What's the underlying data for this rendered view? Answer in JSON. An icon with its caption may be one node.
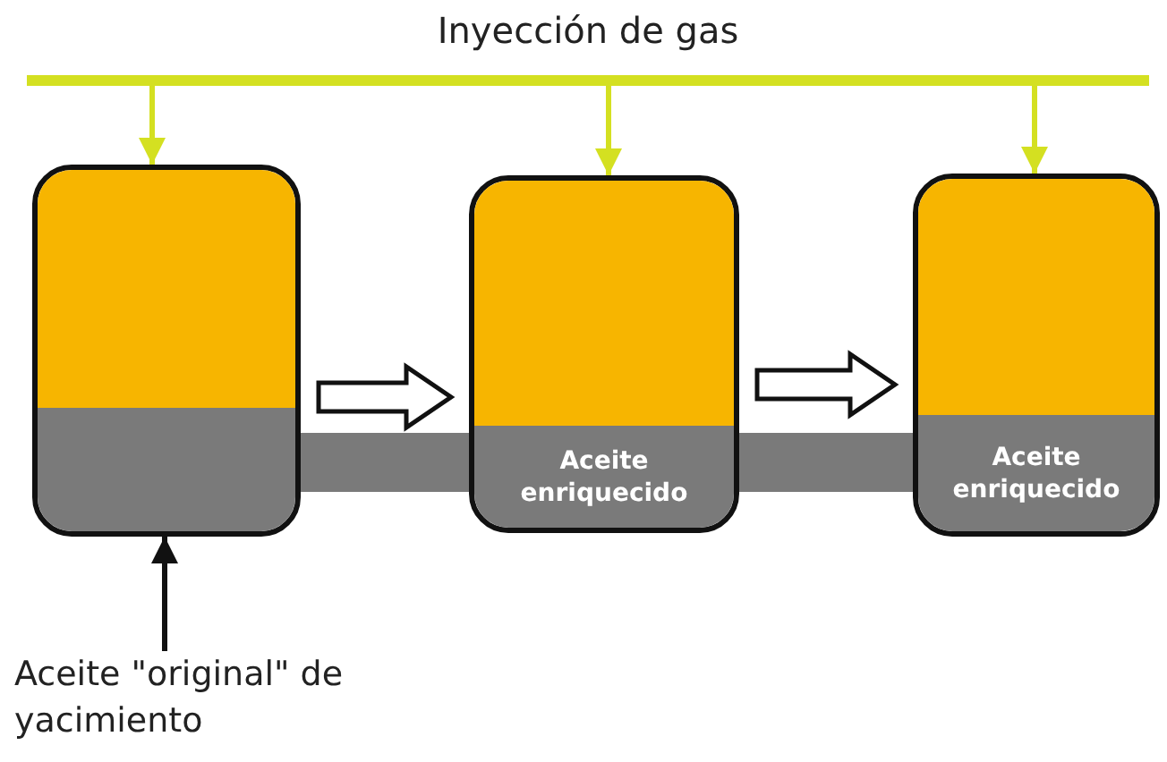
{
  "diagram": {
    "nodes": [
      {
        "text": [
          "Inyección de gas"
        ]
      },
      {
        "text": [],
        "shape": "box"
      },
      {
        "text": [
          "Aceite enriquecido"
        ]
      },
      {
        "text": [
          "Aceite enriquecido"
        ]
      },
      {
        "text": [
          "Aceite \"original\" de yacimiento"
        ]
      }
    ],
    "edges": [
      {
        "from": 0,
        "to": 1,
        "arrow": "to",
        "color": "#d4e021"
      },
      {
        "from": 0,
        "to": 2,
        "arrow": "to",
        "color": "#d4e021"
      },
      {
        "from": 0,
        "to": 3,
        "arrow": "to",
        "color": "#d4e021"
      },
      {
        "from": 1,
        "to": 2,
        "arrow": "to"
      },
      {
        "from": 1,
        "to": 2,
        "arrow": "none",
        "style": "thick",
        "color": "#7a7a7a"
      },
      {
        "from": 2,
        "to": 3,
        "arrow": "to"
      },
      {
        "from": 2,
        "to": 3,
        "arrow": "none",
        "style": "thick",
        "color": "#7a7a7a"
      },
      {
        "from": 4,
        "to": 1,
        "arrow": "to",
        "color": "#111111"
      }
    ]
  }
}
